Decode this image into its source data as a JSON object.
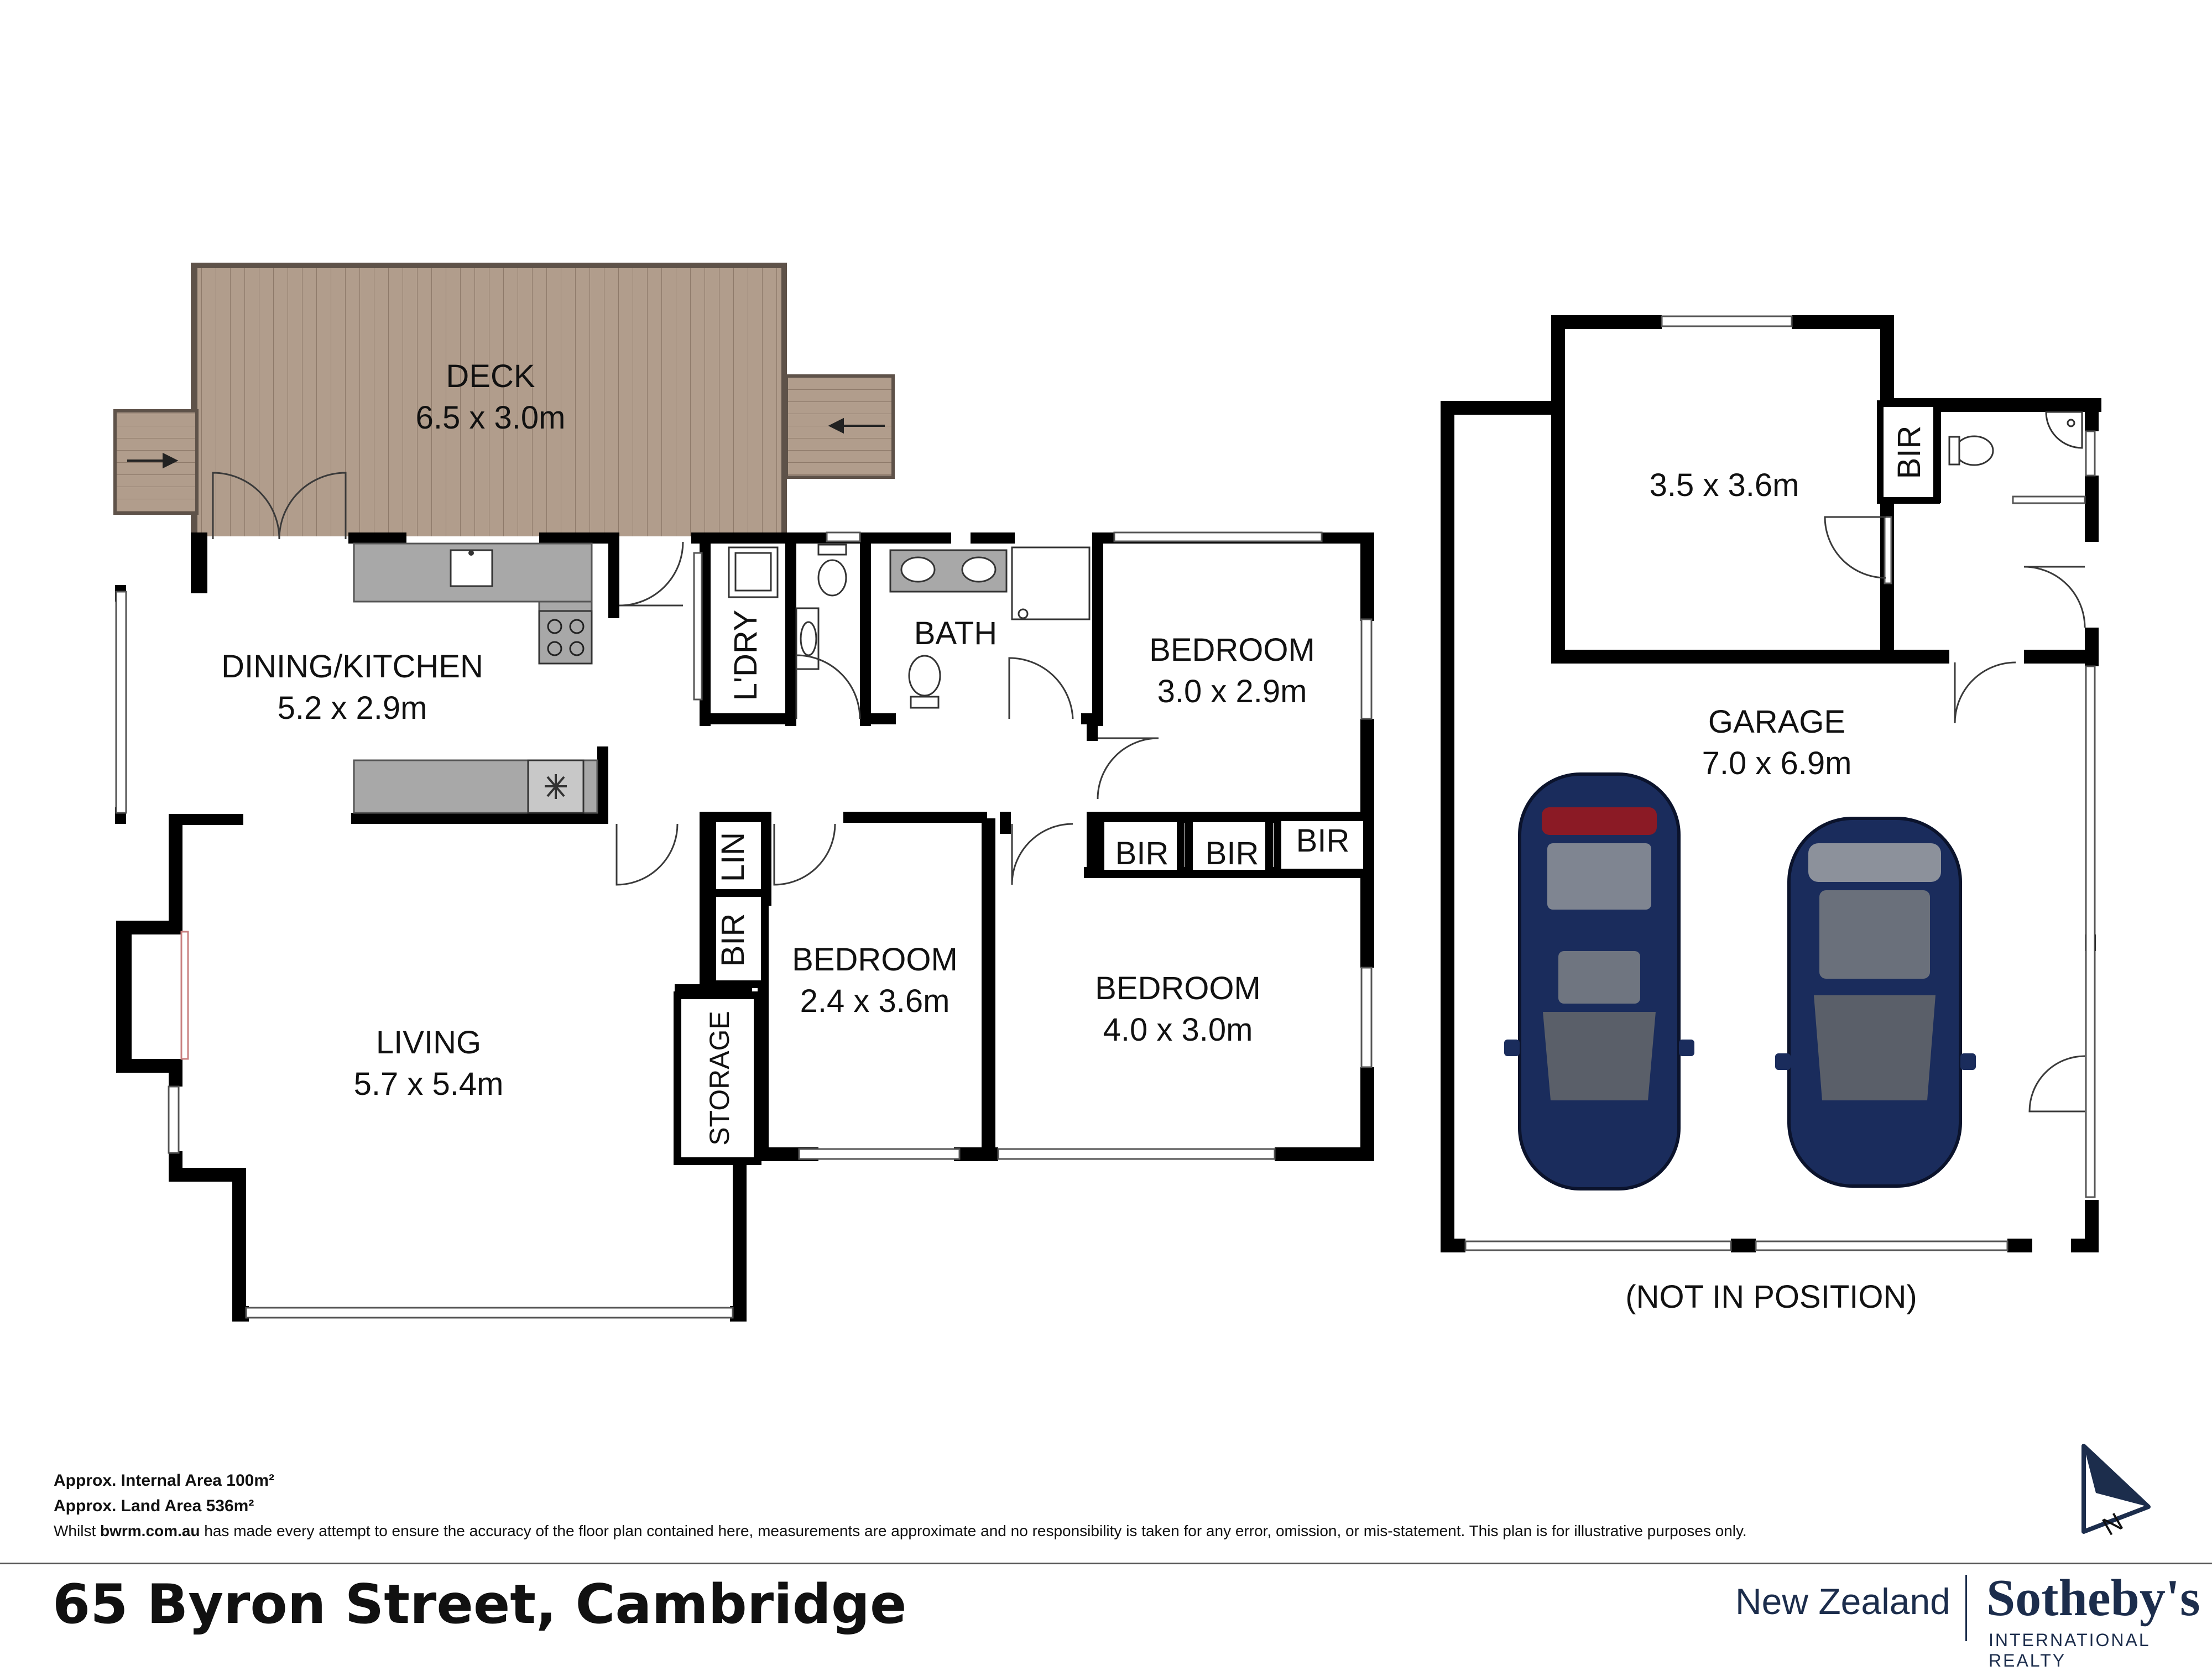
{
  "rooms": {
    "deck": {
      "name": "DECK",
      "size": "6.5 x 3.0m"
    },
    "dining_kitchen": {
      "name": "DINING/KITCHEN",
      "size": "5.2 x 2.9m"
    },
    "laundry": {
      "name": "L'DRY"
    },
    "bath": {
      "name": "BATH"
    },
    "bedroom_1": {
      "name": "BEDROOM",
      "size": "3.0 x 2.9m"
    },
    "bedroom_2": {
      "name": "BEDROOM",
      "size": "2.4 x 3.6m"
    },
    "bedroom_3": {
      "name": "BEDROOM",
      "size": "4.0 x 3.0m"
    },
    "living": {
      "name": "LIVING",
      "size": "5.7 x 5.4m"
    },
    "linen": "LIN",
    "bir": "BIR",
    "storage": "STORAGE",
    "studio": {
      "size": "3.5 x 3.6m"
    },
    "garage": {
      "name": "GARAGE",
      "size": "7.0 x 6.9m"
    }
  },
  "garage_note": "(NOT IN POSITION)",
  "compass_letter": "N",
  "notes": {
    "internal_area": "Approx. Internal Area 100m²",
    "land_area": "Approx. Land Area 536m²",
    "disclaimer_pre": "Whilst ",
    "disclaimer_site": "bwrm.com.au",
    "disclaimer_post": " has made every attempt to ensure the accuracy of the floor plan contained here, measurements are approximate and no responsibility is taken for any error, omission, or mis-statement. This plan is for illustrative purposes only."
  },
  "address": "65 Byron Street, Cambridge",
  "brand": {
    "region": "New Zealand",
    "name": "Sotheby's",
    "tagline": "INTERNATIONAL REALTY",
    "color": "#1c2d4c"
  },
  "colors": {
    "wall": "#000000",
    "deck": "#b19d8c",
    "counter": "#a8a8a8",
    "car_body": "#1a2c5c"
  }
}
